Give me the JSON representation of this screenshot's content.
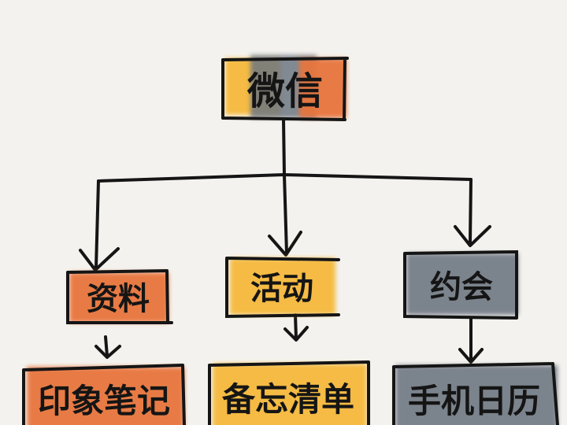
{
  "colors": {
    "background": "#f4f2ee",
    "ink": "#151515",
    "orange_fill": "#e8743c",
    "yellow_fill": "#f6b93a",
    "gray_fill": "#6e7782"
  },
  "root": {
    "label": "微信"
  },
  "children": [
    {
      "label": "资料",
      "fill": "orange"
    },
    {
      "label": "活动",
      "fill": "yellow"
    },
    {
      "label": "约会",
      "fill": "gray"
    }
  ],
  "grandchildren": [
    {
      "label": "印象笔记",
      "fill": "orange"
    },
    {
      "label": "备忘清单",
      "fill": "yellow"
    },
    {
      "label": "手机日历",
      "fill": "gray"
    }
  ]
}
